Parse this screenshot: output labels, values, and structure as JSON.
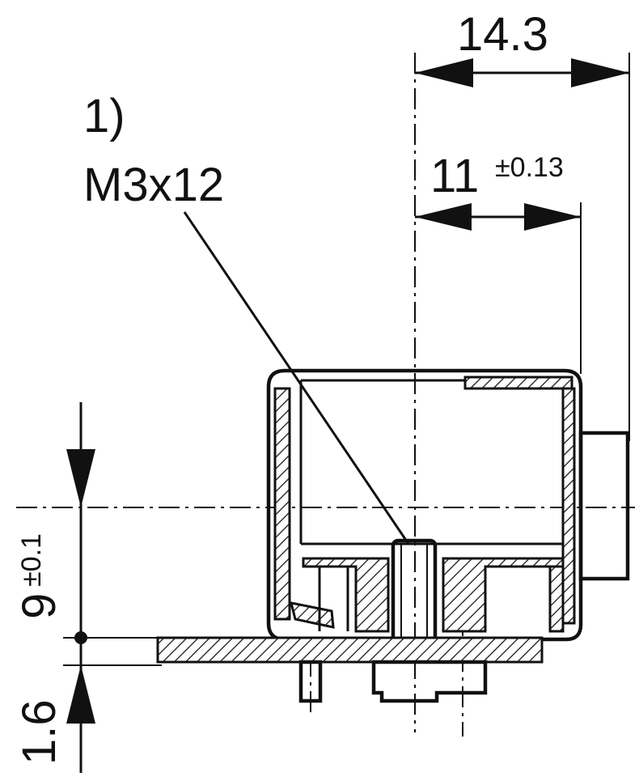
{
  "drawing": {
    "note_number": "1)",
    "note_screw": "M3x12",
    "dim_overall_width": "14.3",
    "dim_pin_offset": "11",
    "dim_pin_offset_tol": "±0.13",
    "dim_height": "9",
    "dim_height_tol": "±0.1",
    "dim_board": "1.6"
  }
}
